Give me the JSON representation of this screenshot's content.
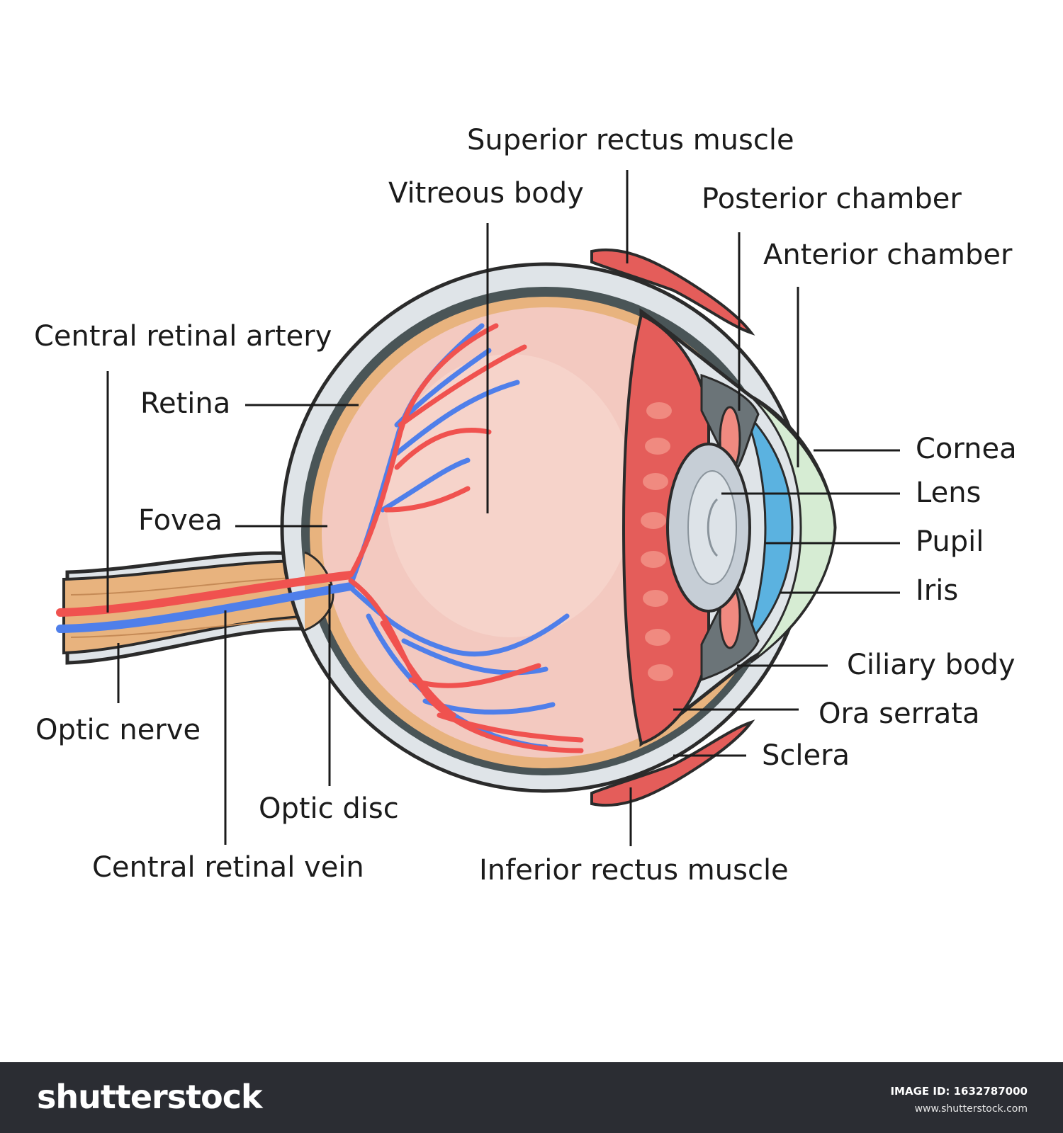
{
  "labels": {
    "superior_rectus_muscle": "Superior rectus muscle",
    "vitreous_body": "Vitreous body",
    "posterior_chamber": "Posterior chamber",
    "anterior_chamber": "Anterior chamber",
    "central_retinal_artery": "Central retinal artery",
    "retina": "Retina",
    "fovea": "Fovea",
    "cornea": "Cornea",
    "lens": "Lens",
    "pupil": "Pupil",
    "iris": "Iris",
    "ciliary_body": "Ciliary body",
    "ora_serrata": "Ora serrata",
    "sclera": "Sclera",
    "optic_nerve": "Optic nerve",
    "optic_disc": "Optic disc",
    "central_retinal_vein": "Central retinal vein",
    "inferior_rectus_muscle": "Inferior rectus muscle"
  },
  "footer": {
    "brand": "shutterstock",
    "image_id": "IMAGE ID: 1632787000",
    "site": "www.shutterstock.com"
  },
  "colors": {
    "vitreous": "#f3c9c0",
    "artery": "#f0524f",
    "vein": "#4f7fea",
    "retina": "#e8b37e",
    "sclera": "#dfe4e8",
    "muscle": "#e45d5a",
    "ciliary": "#6b7478",
    "lens": "#c6ced6",
    "cornea": "#d6ecd3",
    "iris": "#5bb2e0",
    "background": "#ffffff",
    "footer": "#2b2d33"
  }
}
